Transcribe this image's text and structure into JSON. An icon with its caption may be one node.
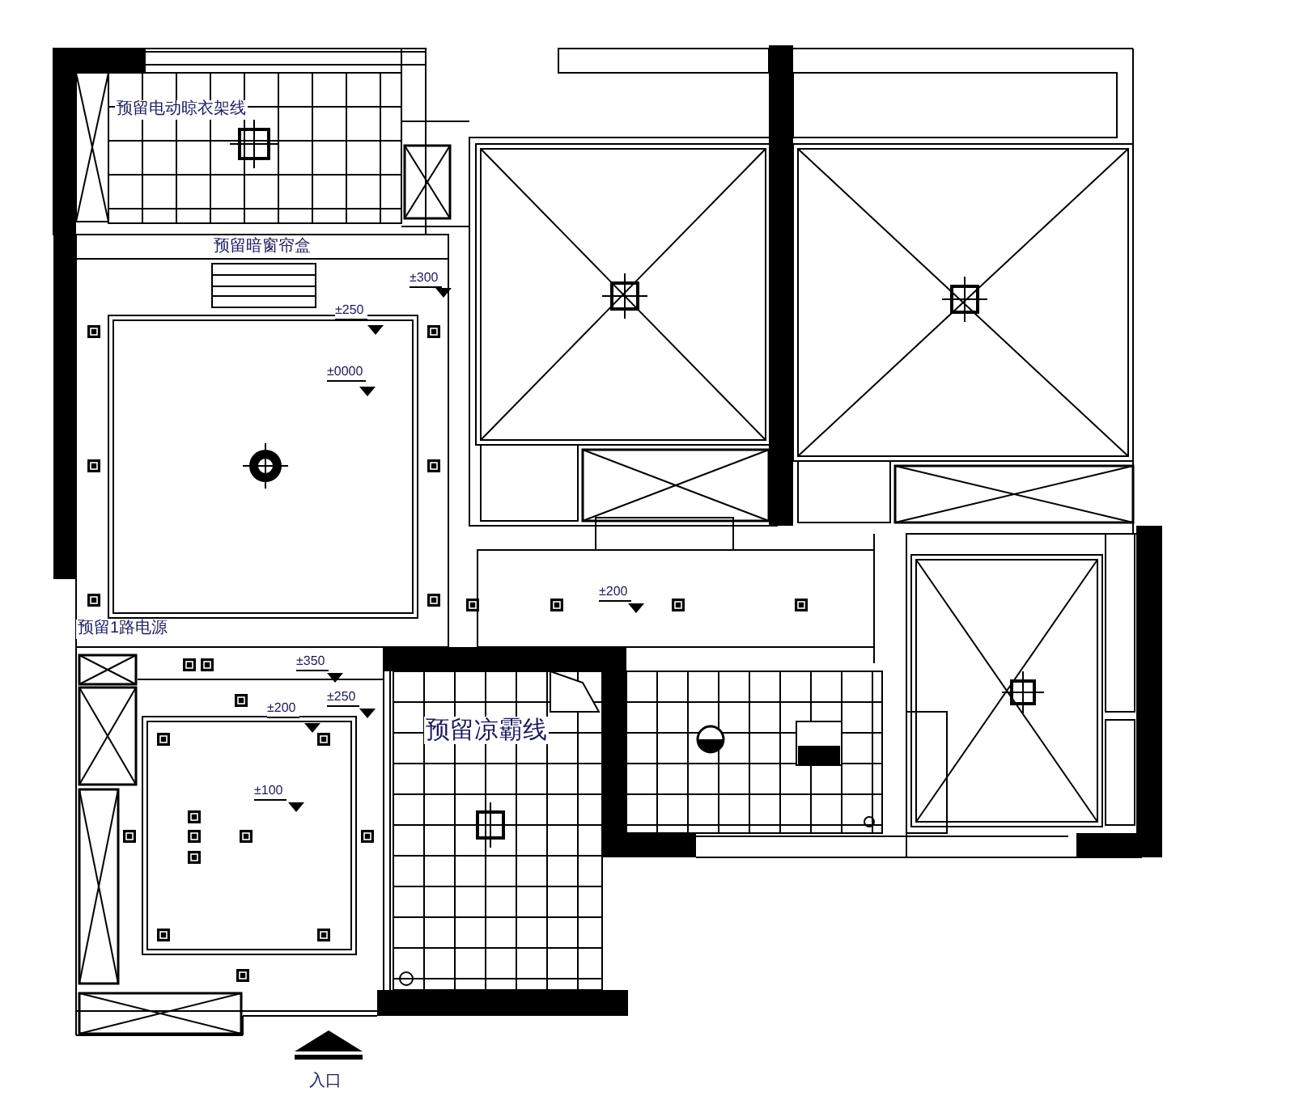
{
  "diagram": {
    "labels": [
      "预留电动晾衣架线",
      "预留暗窗帘盒",
      "±300",
      "±250",
      "±0000",
      "±200",
      "预留1路电源",
      "±350",
      "±250",
      "±200",
      "预留凉霸线",
      "±100",
      "入口"
    ]
  }
}
